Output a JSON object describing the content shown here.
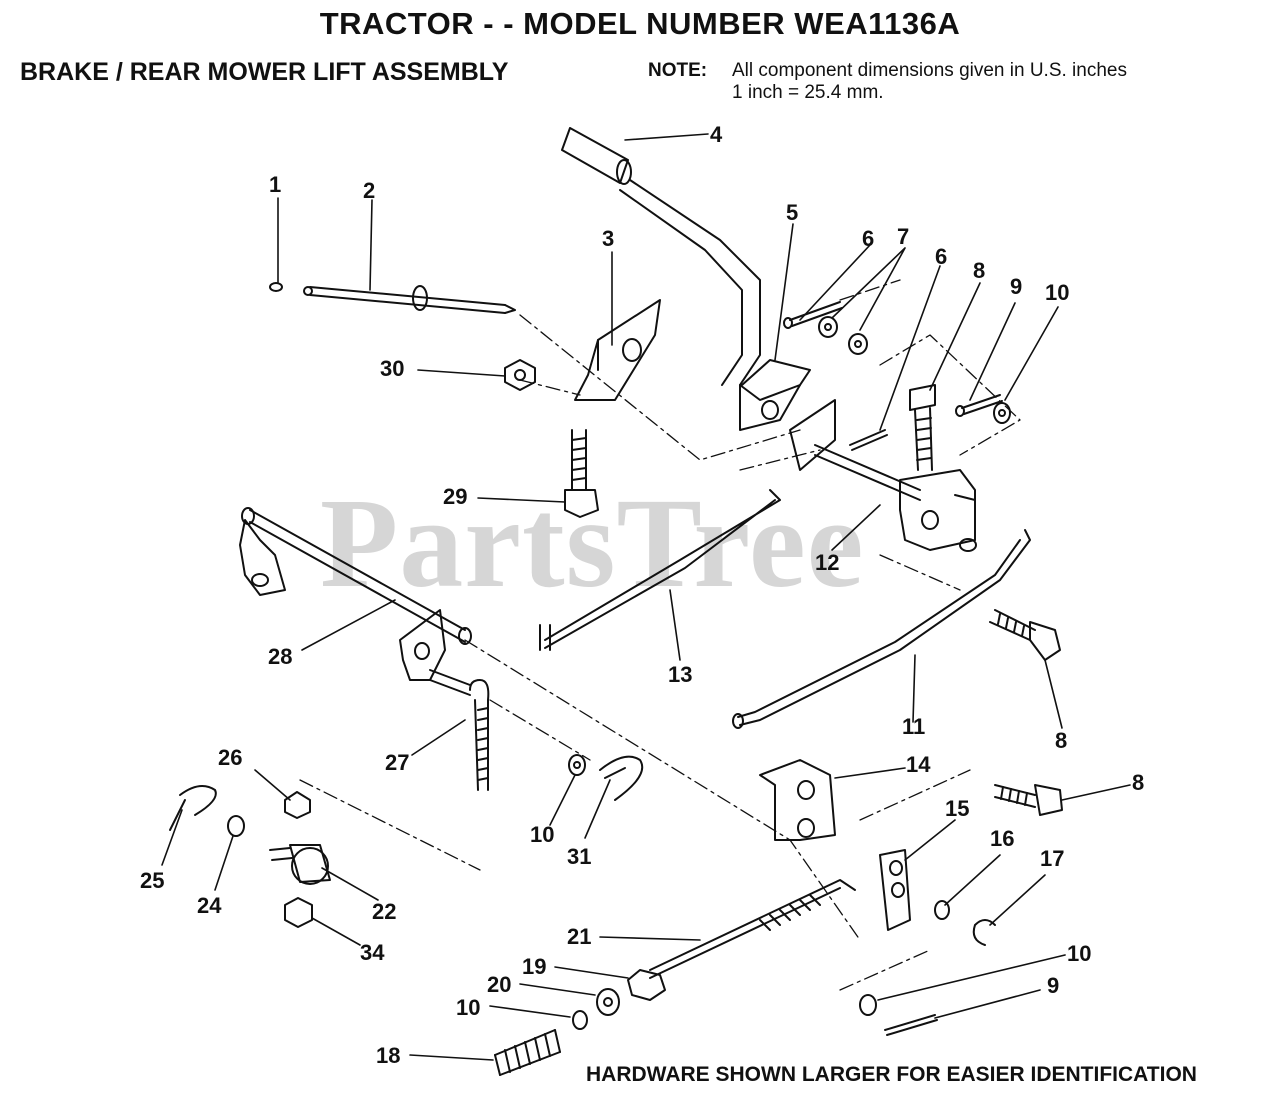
{
  "header": {
    "title": "TRACTOR - - MODEL NUMBER WEA1136A",
    "subtitle": "BRAKE / REAR MOWER LIFT ASSEMBLY",
    "note_label": "NOTE:",
    "note_line1": "All component dimensions given in U.S. inches",
    "note_line2": "1 inch = 25.4 mm."
  },
  "watermark": "PartsTree",
  "footer": "HARDWARE SHOWN LARGER FOR EASIER IDENTIFICATION",
  "callouts": [
    "1",
    "2",
    "3",
    "4",
    "5",
    "6",
    "7",
    "6",
    "8",
    "9",
    "10",
    "30",
    "29",
    "12",
    "28",
    "13",
    "11",
    "8",
    "27",
    "26",
    "14",
    "8",
    "10",
    "31",
    "15",
    "16",
    "17",
    "25",
    "24",
    "22",
    "34",
    "21",
    "10",
    "19",
    "20",
    "10",
    "9",
    "18"
  ]
}
